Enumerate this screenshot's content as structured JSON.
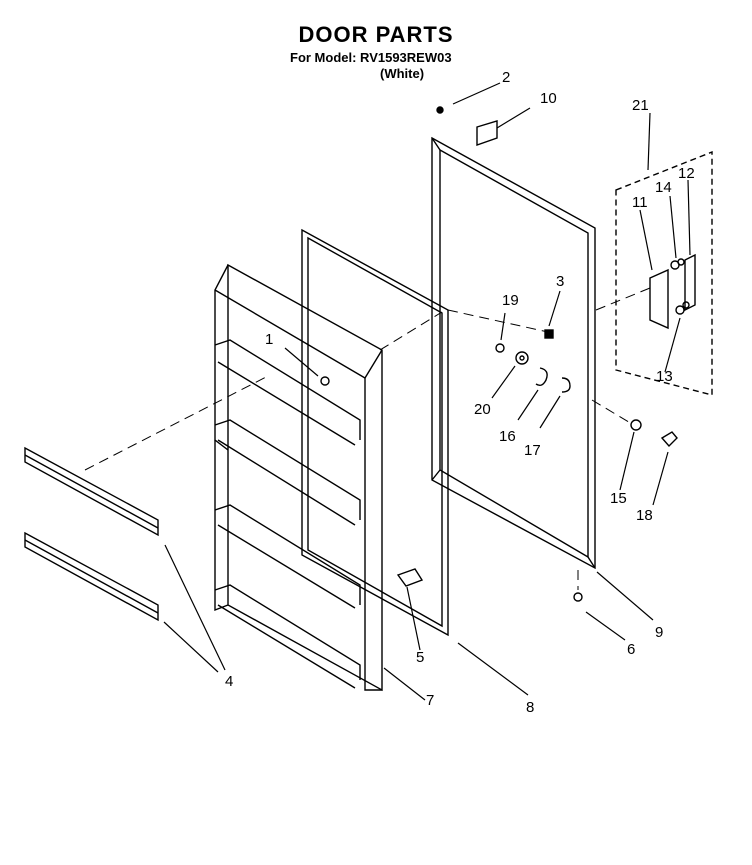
{
  "header": {
    "title": "DOOR PARTS",
    "model_line": "For Model: RV1593REW03",
    "color_line": "(White)"
  },
  "callouts": [
    "1",
    "2",
    "3",
    "4",
    "5",
    "6",
    "7",
    "8",
    "9",
    "10",
    "11",
    "12",
    "13",
    "14",
    "15",
    "16",
    "17",
    "18",
    "19",
    "20",
    "21"
  ]
}
